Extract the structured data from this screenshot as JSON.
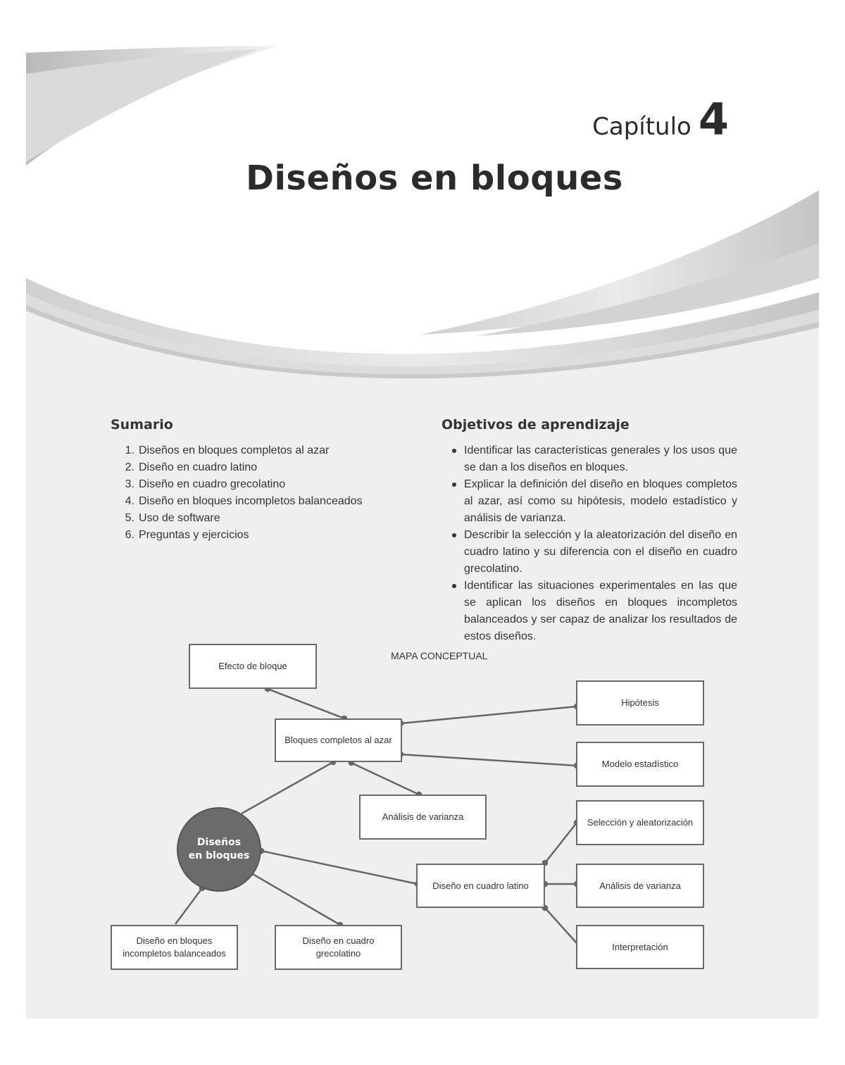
{
  "chapter": {
    "word": "Capítulo",
    "number": "4"
  },
  "title": "Diseños en bloques",
  "summary": {
    "heading": "Sumario",
    "items": [
      {
        "num": "1.",
        "text": "Diseños en bloques completos al azar"
      },
      {
        "num": "2.",
        "text": "Diseño en cuadro latino"
      },
      {
        "num": "3.",
        "text": "Diseño en cuadro grecolatino"
      },
      {
        "num": "4.",
        "text": "Diseño en bloques incompletos balanceados"
      },
      {
        "num": "5.",
        "text": "Uso de software"
      },
      {
        "num": "6.",
        "text": "Preguntas y ejercicios"
      }
    ]
  },
  "objectives": {
    "heading": "Objetivos de aprendizaje",
    "items": [
      "Identificar las características generales y los usos que se dan a los diseños en bloques.",
      "Explicar la definición del diseño en bloques completos al azar, así como su hipótesis, modelo estadístico y análisis de varianza.",
      "Describir la selección y la aleatorización del diseño en cuadro latino y su diferencia con el diseño en cuadro grecolatino.",
      "Identificar las situaciones experimentales en las que se aplican los diseños en bloques incompletos balanceados y ser capaz de analizar los resultados de estos diseños."
    ]
  },
  "concept_map": {
    "title": "MAPA CONCEPTUAL",
    "center": {
      "line1": "Diseños",
      "line2": "en bloques"
    },
    "efecto_bloque": "Efecto de bloque",
    "bloques_completos": "Bloques completos al azar",
    "hipotesis": "Hipótesis",
    "modelo": "Modelo estadístico",
    "anova_1": "Análisis de varianza",
    "seleccion": "Selección y aleatorización",
    "cuadro_latino": "Diseño en cuadro latino",
    "anova_2": "Análisis de varianza",
    "interpretacion": "Interpretación",
    "incompletos": {
      "line1": "Diseño en bloques",
      "line2": "incompletos balanceados"
    },
    "grecolatino": {
      "line1": "Diseño en cuadro",
      "line2": "grecolatino"
    }
  }
}
